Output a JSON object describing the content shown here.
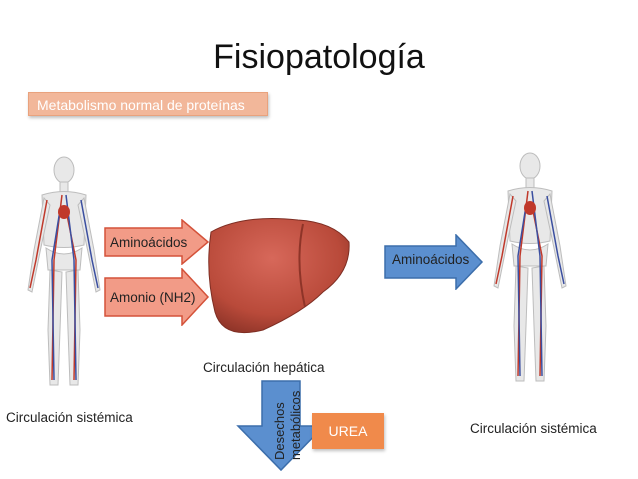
{
  "slide": {
    "title": "Fisiopatología",
    "subtitle": "Metabolismo normal de proteínas"
  },
  "labels": {
    "left_body": "Circulación sistémica",
    "right_body": "Circulación sistémica",
    "liver": "Circulación hepática"
  },
  "arrows": {
    "aminoacids_in": "Aminoácidos",
    "ammonia_in": "Amonio (NH2)",
    "aminoacids_out": "Aminoácidos",
    "waste_line1": "Desechos",
    "waste_line2": "metabólicos"
  },
  "urea_box": "UREA",
  "colors": {
    "arrow_red_fill": "#f29b87",
    "arrow_red_stroke": "#d4523a",
    "arrow_blue_fill": "#5b8fcf",
    "arrow_blue_stroke": "#3c6eab",
    "subtitle_fill": "#f2b79a",
    "urea_fill": "#f08a4b",
    "liver": "#b94a3a"
  }
}
